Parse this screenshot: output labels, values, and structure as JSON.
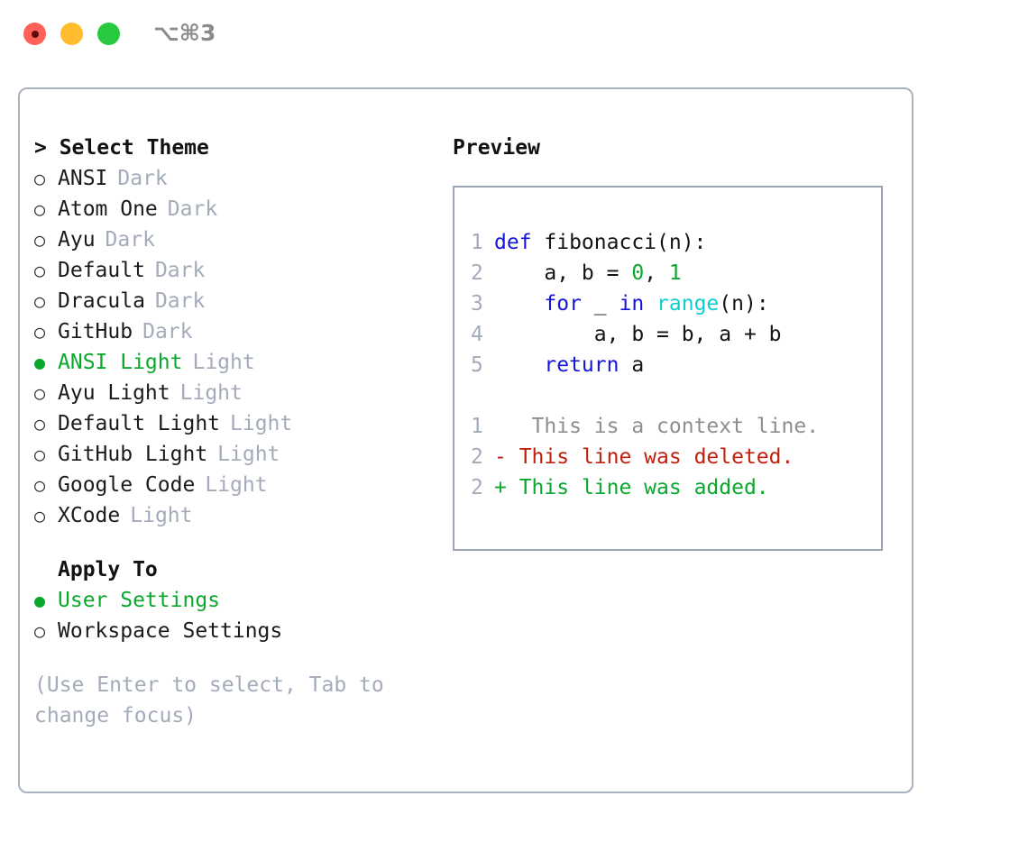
{
  "titlebar": {
    "shortcut": "⌥⌘3",
    "lights": [
      {
        "name": "close",
        "color": "#ff6159"
      },
      {
        "name": "minimize",
        "color": "#ffbd2e"
      },
      {
        "name": "maximize",
        "color": "#27c93f"
      }
    ]
  },
  "colors": {
    "accent_green": "#0ba82e",
    "muted": "#a3abbb",
    "keyword_blue": "#1414dd",
    "function_cyan": "#0ecece",
    "diff_delete_red": "#c11f0d",
    "border": "#aab2c0",
    "preview_border": "#9aa4b4"
  },
  "theme_section": {
    "heading": "> Select Theme",
    "items": [
      {
        "bullet": "○",
        "label": "ANSI",
        "badge": "Dark",
        "selected": false
      },
      {
        "bullet": "○",
        "label": "Atom One",
        "badge": "Dark",
        "selected": false
      },
      {
        "bullet": "○",
        "label": "Ayu",
        "badge": "Dark",
        "selected": false
      },
      {
        "bullet": "○",
        "label": "Default",
        "badge": "Dark",
        "selected": false
      },
      {
        "bullet": "○",
        "label": "Dracula",
        "badge": "Dark",
        "selected": false
      },
      {
        "bullet": "○",
        "label": "GitHub",
        "badge": "Dark",
        "selected": false
      },
      {
        "bullet": "●",
        "label": "ANSI Light",
        "badge": "Light",
        "selected": true
      },
      {
        "bullet": "○",
        "label": "Ayu Light",
        "badge": "Light",
        "selected": false
      },
      {
        "bullet": "○",
        "label": "Default Light",
        "badge": "Light",
        "selected": false
      },
      {
        "bullet": "○",
        "label": "GitHub Light",
        "badge": "Light",
        "selected": false
      },
      {
        "bullet": "○",
        "label": "Google Code",
        "badge": "Light",
        "selected": false
      },
      {
        "bullet": "○",
        "label": "XCode",
        "badge": "Light",
        "selected": false
      }
    ]
  },
  "apply_to_section": {
    "heading": "Apply To",
    "items": [
      {
        "bullet": "●",
        "label": "User Settings",
        "selected": true
      },
      {
        "bullet": "○",
        "label": "Workspace Settings",
        "selected": false
      }
    ]
  },
  "hint": "(Use Enter to select, Tab to change focus)",
  "preview": {
    "heading": "Preview",
    "code": [
      {
        "line_no": "1",
        "tokens": [
          {
            "t": "def",
            "c": "kw"
          },
          {
            "t": " fibonacci(n):",
            "c": "plain"
          }
        ]
      },
      {
        "line_no": "2",
        "tokens": [
          {
            "t": "    a, b = ",
            "c": "plain"
          },
          {
            "t": "0",
            "c": "num"
          },
          {
            "t": ", ",
            "c": "plain"
          },
          {
            "t": "1",
            "c": "num"
          }
        ]
      },
      {
        "line_no": "3",
        "tokens": [
          {
            "t": "    ",
            "c": "plain"
          },
          {
            "t": "for",
            "c": "kw"
          },
          {
            "t": " _ ",
            "c": "plain"
          },
          {
            "t": "in",
            "c": "kw"
          },
          {
            "t": " ",
            "c": "plain"
          },
          {
            "t": "range",
            "c": "fn"
          },
          {
            "t": "(n):",
            "c": "plain"
          }
        ]
      },
      {
        "line_no": "4",
        "tokens": [
          {
            "t": "        a, b = b, a + b",
            "c": "plain"
          }
        ]
      },
      {
        "line_no": "5",
        "tokens": [
          {
            "t": "    ",
            "c": "plain"
          },
          {
            "t": "return",
            "c": "kw"
          },
          {
            "t": " a",
            "c": "plain"
          }
        ]
      }
    ],
    "diff": [
      {
        "line_no": "1",
        "marker": " ",
        "text": "  This is a context line.",
        "kind": "context"
      },
      {
        "line_no": "2",
        "marker": "-",
        "text": " This line was deleted.",
        "kind": "delete"
      },
      {
        "line_no": "2",
        "marker": "+",
        "text": " This line was added.",
        "kind": "add"
      }
    ]
  }
}
